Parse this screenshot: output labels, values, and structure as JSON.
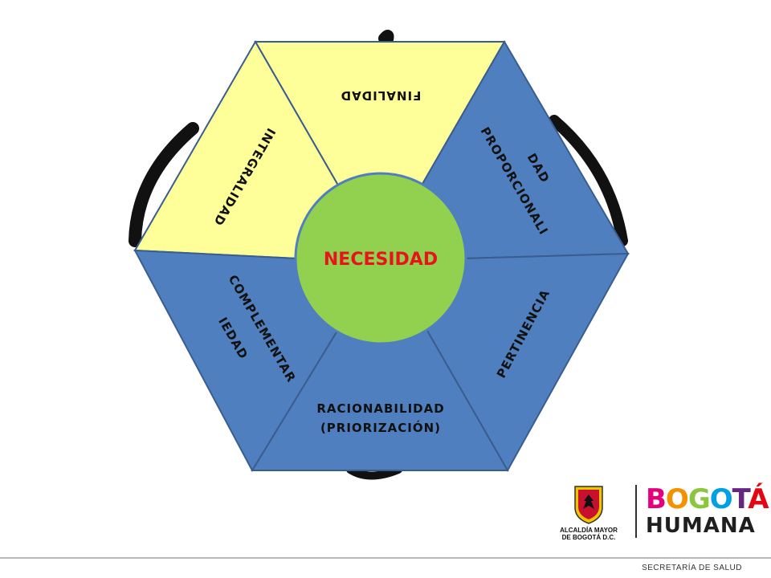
{
  "diagram": {
    "center": "NECESIDAD",
    "segments": {
      "finalidad": "FINALIDAD",
      "integralidad": "INTEGRALIDAD",
      "proporcionalidad_1": "PROPORCIONALI",
      "proporcionalidad_2": "DAD",
      "pertinencia": "PERTINENCIA",
      "racionabilidad_1": "RACIONABILIDAD",
      "racionabilidad_2": "(PRIORIZACIÓN)",
      "complementariedad_1": "COMPLEMENTAR",
      "complementariedad_2": "IEDAD"
    },
    "colors": {
      "yellow": "#ffff99",
      "blue": "#4f7fbe",
      "green": "#92d050",
      "center_text": "#e8141b"
    }
  },
  "footer": {
    "logo_caption_1": "ALCALDÍA MAYOR",
    "logo_caption_2": "DE BOGOTÁ D.C.",
    "brand_top": "BOGOTÁ",
    "brand_bottom": "HUMANA",
    "department": "SECRETARÍA DE SALUD"
  }
}
